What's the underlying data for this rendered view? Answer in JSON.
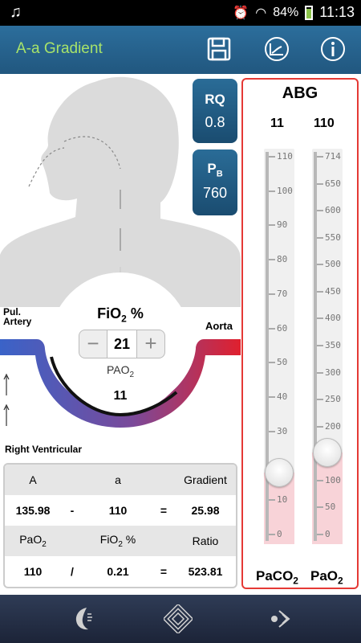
{
  "status": {
    "music_icon": "music-note-icon",
    "battery": "84%",
    "time": "11:13"
  },
  "appbar": {
    "title": "A-a Gradient",
    "icons": [
      "save-icon",
      "chart-icon",
      "info-icon"
    ]
  },
  "rq": {
    "label": "RQ",
    "value": "0.8"
  },
  "pb": {
    "label": "P",
    "sub": "B",
    "value": "760"
  },
  "labels": {
    "pul_artery_1": "Pul.",
    "pul_artery_2": "Artery",
    "aorta": "Aorta",
    "right_ventricular": "Right Ventricular"
  },
  "fio2": {
    "label": "FiO",
    "sub": "2",
    "unit": "%",
    "value": "21",
    "minus": "−",
    "plus": "+"
  },
  "pao2_center": {
    "label": "PAO",
    "sub": "2",
    "value": "11"
  },
  "table": {
    "row1_headers": [
      "A",
      "a",
      "Gradient"
    ],
    "row1_values": [
      "135.98",
      "-",
      "110",
      "=",
      "25.98"
    ],
    "row2_headers_1": "PaO",
    "row2_headers_1_sub": "2",
    "row2_headers_2": "FiO",
    "row2_headers_2_sub": "2",
    "row2_headers_2_unit": "%",
    "row2_headers_3": "Ratio",
    "row2_values": [
      "110",
      "/",
      "0.21",
      "=",
      "523.81"
    ]
  },
  "abg": {
    "title": "ABG",
    "paco2": {
      "value": "11",
      "label": "PaCO",
      "sub": "2",
      "ticks": [
        "110",
        "100",
        "90",
        "80",
        "70",
        "60",
        "50",
        "40",
        "30",
        "20",
        "10",
        "0"
      ],
      "level": 0.1
    },
    "pao2": {
      "value": "110",
      "label": "PaO",
      "sub": "2",
      "ticks": [
        "714",
        "650",
        "600",
        "550",
        "500",
        "450",
        "400",
        "350",
        "300",
        "250",
        "200",
        "150",
        "100",
        "50",
        "0"
      ],
      "level": 0.154
    }
  },
  "nav": {
    "icons": [
      "moon-logo-icon",
      "diamond-icon",
      "arrow-target-icon"
    ]
  }
}
